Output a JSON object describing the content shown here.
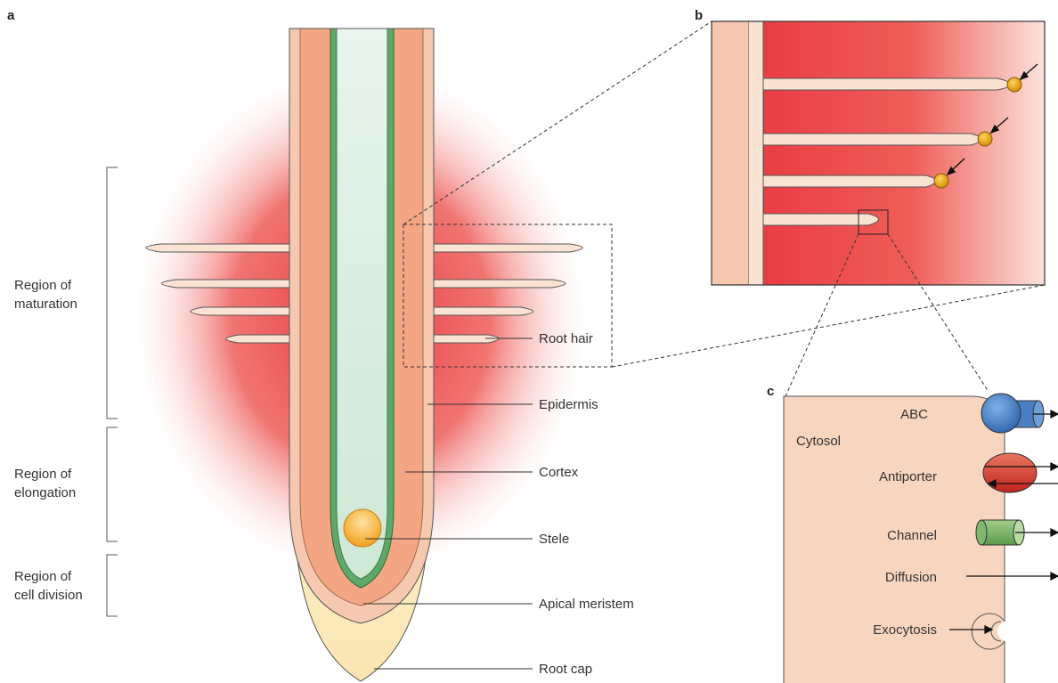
{
  "panels": {
    "a": "a",
    "b": "b",
    "c": "c"
  },
  "regions": {
    "maturation": [
      "Region of",
      "maturation"
    ],
    "elongation": [
      "Region of",
      "elongation"
    ],
    "division": [
      "Region of",
      "cell division"
    ]
  },
  "root_labels": {
    "root_hair": "Root hair",
    "epidermis": "Epidermis",
    "cortex": "Cortex",
    "stele": "Stele",
    "apical_meristem": "Apical meristem",
    "root_cap": "Root cap"
  },
  "transport": {
    "cytosol": "Cytosol",
    "abc": "ABC",
    "antiporter": "Antiporter",
    "channel": "Channel",
    "diffusion": "Diffusion",
    "exocytosis": "Exocytosis"
  },
  "colors": {
    "exudate": "#e8323c",
    "epidermis": "#f6c8b0",
    "cortex": "#f4a583",
    "stele": "#dcefe2",
    "endodermis": "#5fa86a",
    "root_cap": "#fbecbd",
    "meristem": "#f7b233",
    "cytosol": "#f8d5bf",
    "abc": "#4a7fc4",
    "antiporter": "#d84a3a",
    "channel": "#6aa35a"
  }
}
